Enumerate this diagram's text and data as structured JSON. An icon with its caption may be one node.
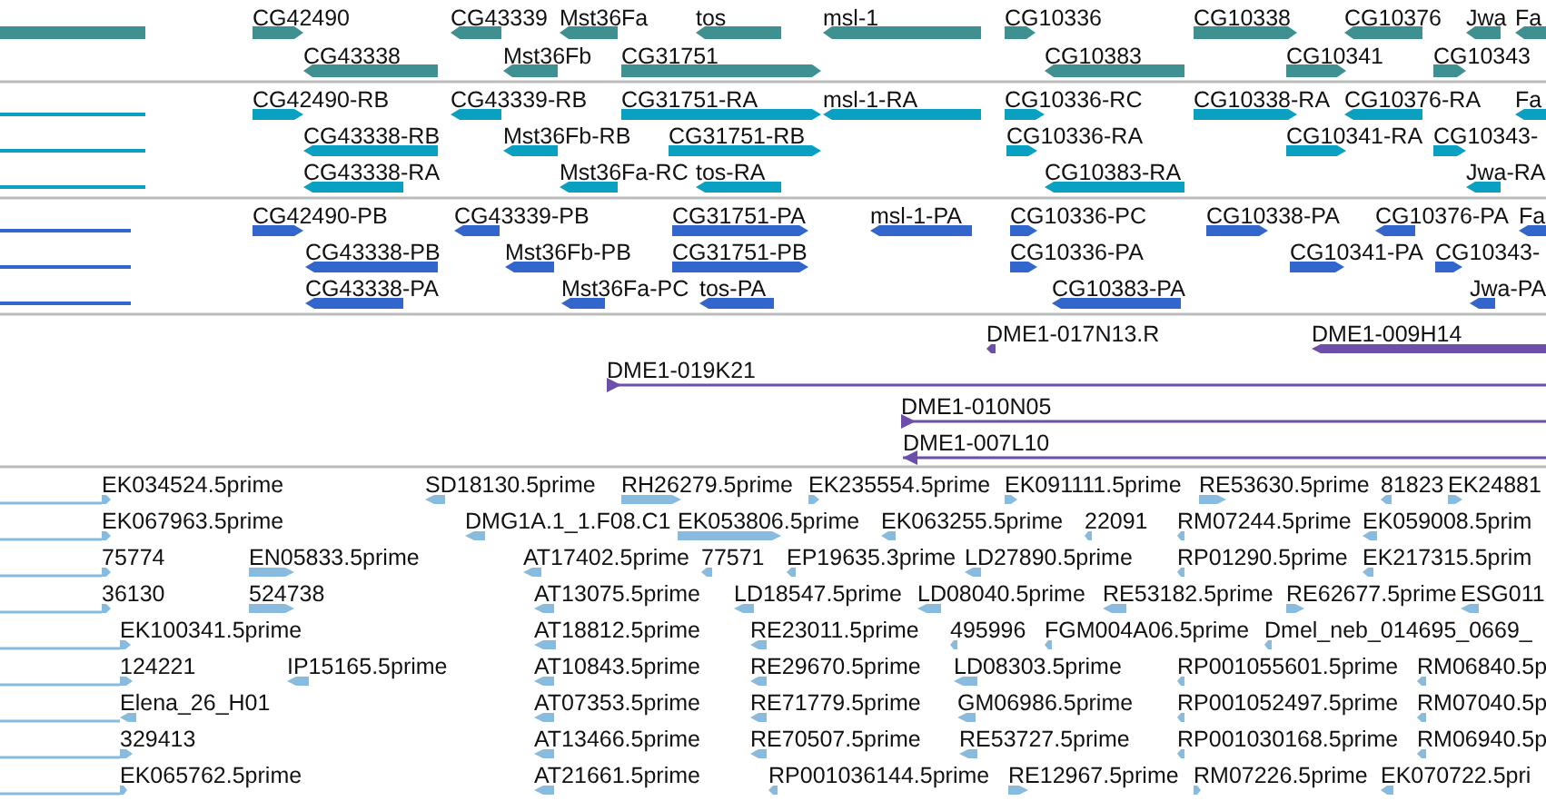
{
  "diagram": {
    "labels": [
      "CG42490",
      "CG43339",
      "Mst36Fa",
      "tos",
      "msl-1",
      "CG10336",
      "CG10338",
      "CG10376",
      "Jwa",
      "Fa",
      "CG43338",
      "Mst36Fb",
      "CG31751",
      "CG10383",
      "CG10341",
      "CG10343",
      "CG42490-RB",
      "CG43339-RB",
      "CG31751-RA",
      "msl-1-RA",
      "CG10336-RC",
      "CG10338-RA",
      "CG10376-RA",
      "Fa",
      "CG43338-RB",
      "Mst36Fb-RB",
      "CG31751-RB",
      "CG10336-RA",
      "CG10341-RA",
      "CG10343-",
      "CG43338-RA",
      "Mst36Fa-RC",
      "tos-RA",
      "CG10383-RA",
      "Jwa-RA",
      "CG42490-PB",
      "CG43339-PB",
      "CG31751-PA",
      "msl-1-PA",
      "CG10336-PC",
      "CG10338-PA",
      "CG10376-PA",
      "Fa",
      "CG43338-PB",
      "Mst36Fb-PB",
      "CG31751-PB",
      "CG10336-PA",
      "CG10341-PA",
      "CG10343-",
      "CG43338-PA",
      "Mst36Fa-PC",
      "tos-PA",
      "CG10383-PA",
      "Jwa-PA",
      "DME1-017N13.R",
      "DME1-009H14",
      "DME1-019K21",
      "DME1-010N05",
      "DME1-007L10",
      "EK034524.5prime",
      "SD18130.5prime",
      "RH26279.5prime",
      "EK235554.5prime",
      "EK091111.5prime",
      "RE53630.5prime",
      "81823",
      "EK24881",
      "EK067963.5prime",
      "DMG1A.1_1.F08.C1",
      "EK053806.5prime",
      "EK063255.5prime",
      "22091",
      "RM07244.5prime",
      "EK059008.5prim",
      "75774",
      "EN05833.5prime",
      "AT17402.5prime",
      "77571",
      "EP19635.3prime",
      "LD27890.5prime",
      "RP01290.5prime",
      "EK217315.5prim",
      "36130",
      "524738",
      "AT13075.5prime",
      "LD18547.5prime",
      "LD08040.5prime",
      "RE53182.5prime",
      "RE62677.5prime",
      "ESG011",
      "EK100341.5prime",
      "AT18812.5prime",
      "RE23011.5prime",
      "495996",
      "FGM004A06.5prime",
      "Dmel_neb_014695_0669_",
      "124221",
      "IP15165.5prime",
      "AT10843.5prime",
      "RE29670.5prime",
      "LD08303.5prime",
      "RP001055601.5prime",
      "RM06840.5p",
      "Elena_26_H01",
      "AT07353.5prime",
      "RE71779.5prime",
      "GM06986.5prime",
      "RP001052497.5prime",
      "RM07040.5p",
      "329413",
      "AT13466.5prime",
      "RE70507.5prime",
      "RE53727.5prime",
      "RP001030168.5prime",
      "RM06940.5p",
      "EK065762.5prime",
      "AT21661.5prime",
      "RP001036144.5prime",
      "RE12967.5prime",
      "RM07226.5prime",
      "EK070722.5pri"
    ]
  }
}
